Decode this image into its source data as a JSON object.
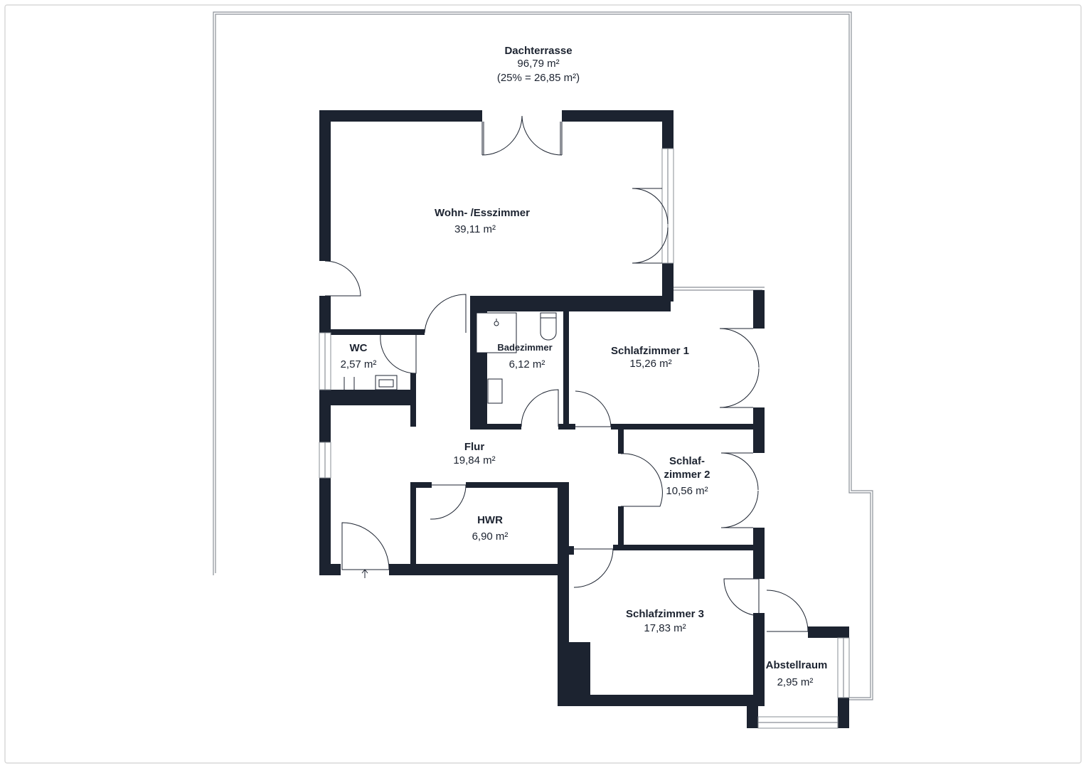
{
  "rooms": {
    "dachterrasse": {
      "name": "Dachterrasse",
      "area": "96,79 m²",
      "note": "(25% = 26,85 m²)"
    },
    "wohnen": {
      "name": "Wohn- /Esszimmer",
      "area": "39,11 m²"
    },
    "wc": {
      "name": "WC",
      "area": "2,57 m²"
    },
    "bad": {
      "name": "Badezimmer",
      "area": "6,12 m²"
    },
    "schlaf1": {
      "name": "Schlafzimmer 1",
      "area": "15,26 m²"
    },
    "schlaf2": {
      "name_line1": "Schlaf-",
      "name_line2": "zimmer 2",
      "area": "10,56 m²"
    },
    "flur": {
      "name": "Flur",
      "area": "19,84 m²"
    },
    "hwr": {
      "name": "HWR",
      "area": "6,90 m²"
    },
    "schlaf3": {
      "name": "Schlafzimmer 3",
      "area": "17,83 m²"
    },
    "abstell": {
      "name": "Abstellraum",
      "area": "2,95 m²"
    }
  }
}
